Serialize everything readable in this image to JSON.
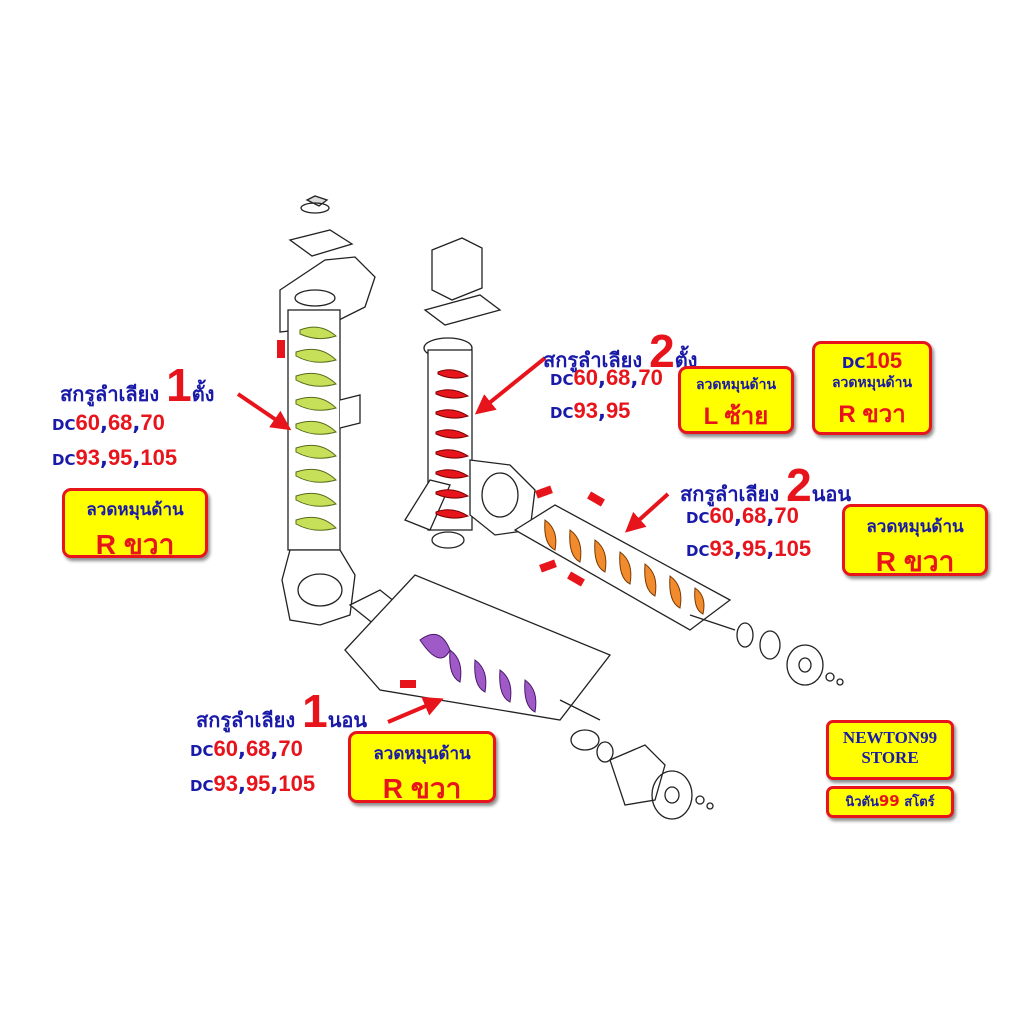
{
  "colors": {
    "blue_text": "#1a1aa8",
    "red_text": "#e8141c",
    "box_fill": "#ffff00",
    "auger_green": "#c6e05a",
    "auger_red": "#e8141c",
    "auger_orange": "#f28a2e",
    "auger_purple": "#a05ac8"
  },
  "labels": {
    "v1": {
      "prefix": "สกรูลำเลียง ",
      "num": "1",
      "suffix": "ตั้ง",
      "line1": {
        "dc": "DC",
        "nums": [
          "60",
          "68",
          "70"
        ]
      },
      "line2": {
        "dc": "DC",
        "nums": [
          "93",
          "95",
          "105"
        ]
      },
      "box": {
        "top": "ลวดหมุนด้าน",
        "bottom": "R ขวา"
      }
    },
    "v2": {
      "prefix": "สกรูลำเลียง ",
      "num": "2",
      "suffix": "ตั้ง",
      "line1": {
        "dc": "DC",
        "nums": [
          "60",
          "68",
          "70"
        ]
      },
      "line2": {
        "dc": "DC",
        "nums": [
          "93",
          "95"
        ]
      },
      "box": {
        "top": "ลวดหมุนด้าน",
        "bottom": "L ซ้าย"
      },
      "box2": {
        "dc": "DC",
        "num": "105",
        "top": "ลวดหมุนด้าน",
        "bottom": "R ขวา"
      }
    },
    "h2": {
      "prefix": "สกรูลำเลียง ",
      "num": "2",
      "suffix": "นอน",
      "line1": {
        "dc": "DC",
        "nums": [
          "60",
          "68",
          "70"
        ]
      },
      "line2": {
        "dc": "DC",
        "nums": [
          "93",
          "95",
          "105"
        ]
      },
      "box": {
        "top": "ลวดหมุนด้าน",
        "bottom": "R ขวา"
      }
    },
    "h1": {
      "prefix": "สกรูลำเลียง ",
      "num": "1",
      "suffix": "นอน",
      "line1": {
        "dc": "DC",
        "nums": [
          "60",
          "68",
          "70"
        ]
      },
      "line2": {
        "dc": "DC",
        "nums": [
          "93",
          "95",
          "105"
        ]
      },
      "box": {
        "top": "ลวดหมุนด้าน",
        "bottom": "R ขวา"
      }
    }
  },
  "store": {
    "line1": "NEWTON99",
    "line2": "STORE",
    "thai_prefix": "นิวตัน",
    "thai_num": "99",
    "thai_suffix": " สโตร์"
  }
}
